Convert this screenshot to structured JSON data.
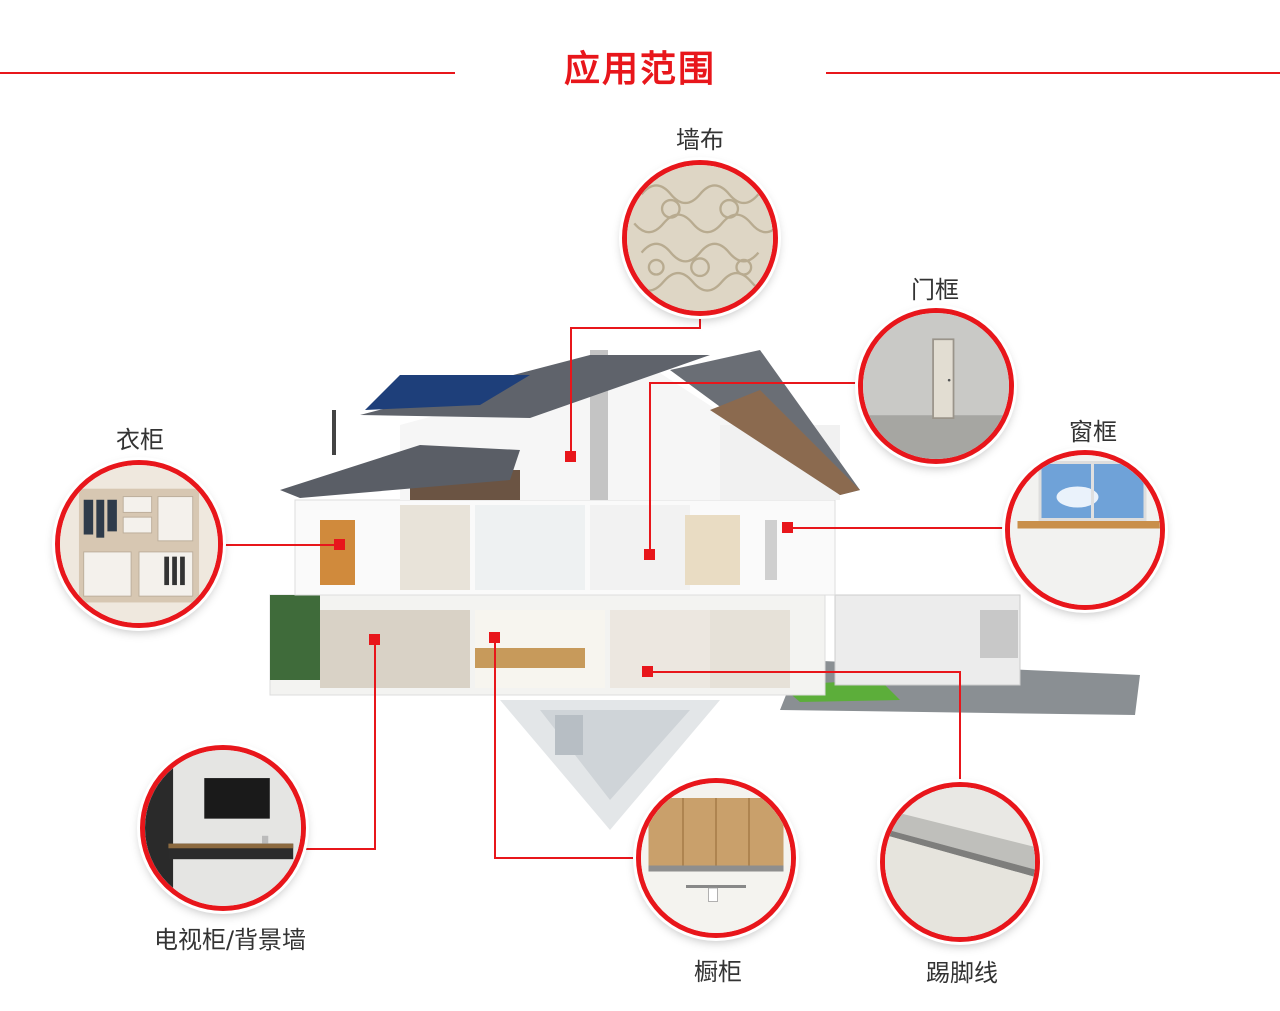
{
  "page": {
    "title": "应用范围"
  },
  "accent_color": "#e8161b",
  "applications": [
    {
      "key": "wallcloth",
      "label": "墙布",
      "icon": "wallpaper-pattern-icon"
    },
    {
      "key": "doorframe",
      "label": "门框",
      "icon": "door-frame-icon"
    },
    {
      "key": "windowframe",
      "label": "窗框",
      "icon": "window-frame-icon"
    },
    {
      "key": "wardrobe",
      "label": "衣柜",
      "icon": "wardrobe-icon"
    },
    {
      "key": "tvcabinet",
      "label": "电视柜/背景墙",
      "icon": "tv-cabinet-icon"
    },
    {
      "key": "kitchen",
      "label": "橱柜",
      "icon": "kitchen-cabinet-icon"
    },
    {
      "key": "baseboard",
      "label": "踢脚线",
      "icon": "baseboard-icon"
    }
  ]
}
